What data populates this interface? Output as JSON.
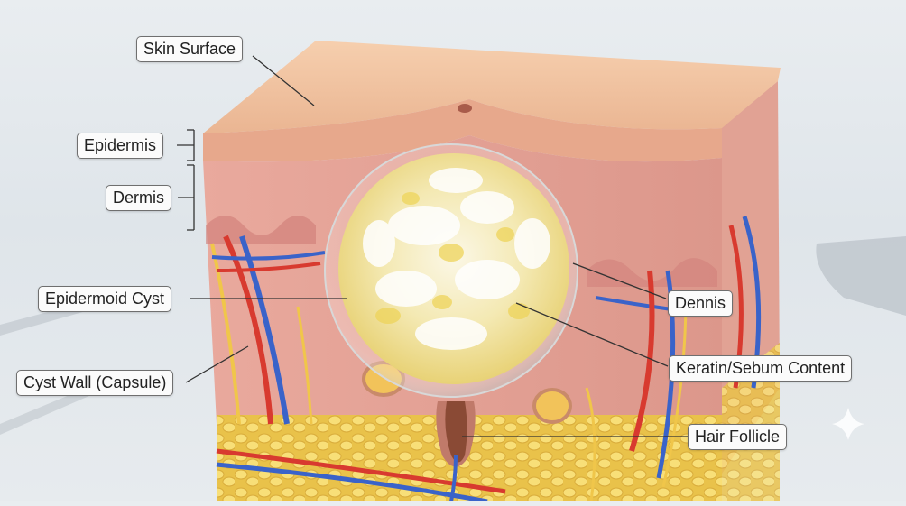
{
  "labels": {
    "skin_surface": "Skin Surface",
    "epidermis": "Epidermis",
    "dermis_left": "Dermis",
    "epidermoid_cyst": "Epidermoid Cyst",
    "cyst_wall": "Cyst Wall (Capsule)",
    "dermis_right": "Dennis",
    "keratin": "Keratin/Sebum Content",
    "hair_follicle": "Hair Follicle"
  },
  "colors": {
    "skin_top": "#f2c3a4",
    "epidermis": "#e6a58e",
    "dermis": "#e7a79c",
    "fat": "#f3d465",
    "artery": "#d83a2f",
    "vein": "#3a63c9",
    "nerve": "#f0c64a",
    "cyst_content": "#f6f0d8",
    "cyst_yellow": "#efd85a",
    "follicle": "#8a4a35"
  }
}
